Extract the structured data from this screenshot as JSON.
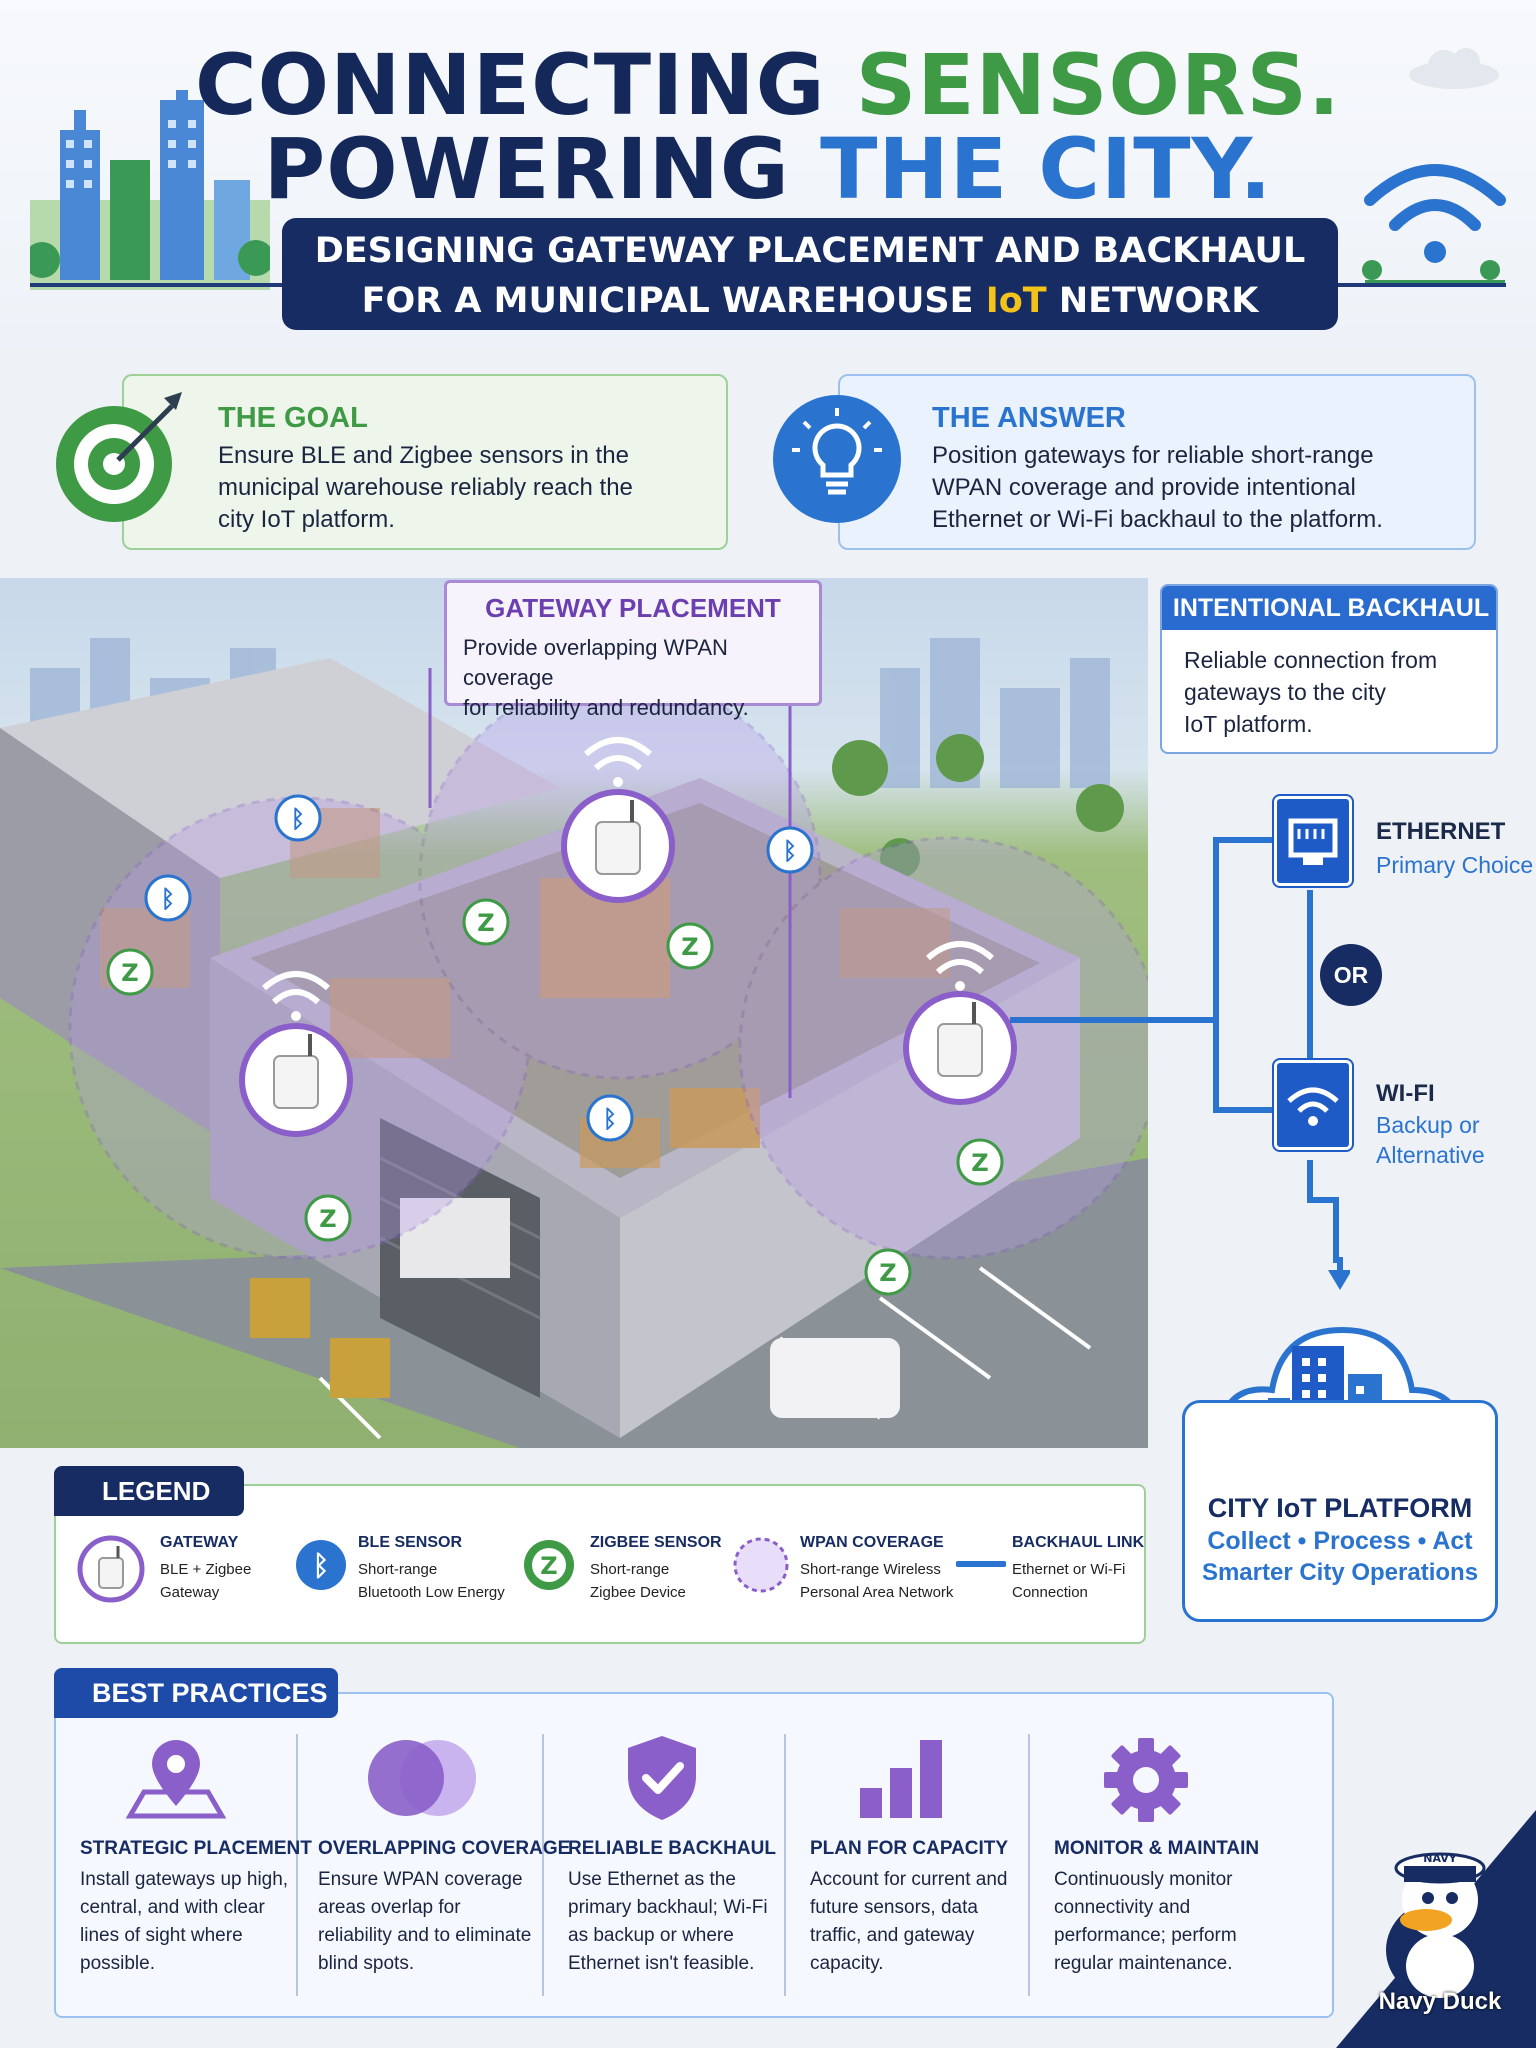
{
  "header": {
    "line1_part1": "CONNECTING",
    "line1_part2": "SENSORS.",
    "line2_part1": "POWERING",
    "line2_part2": "THE CITY.",
    "subtitle_line1": "DESIGNING GATEWAY PLACEMENT AND BACKHAUL",
    "subtitle_line2_pre": "FOR A MUNICIPAL WAREHOUSE",
    "subtitle_line2_iot": "IoT",
    "subtitle_line2_post": "NETWORK"
  },
  "goal": {
    "title": "THE GOAL",
    "text_line1": "Ensure BLE and Zigbee sensors in the",
    "text_line2": "municipal warehouse reliably reach the",
    "text_line3": "city IoT platform."
  },
  "answer": {
    "title": "THE ANSWER",
    "text_line1": "Position gateways for reliable short-range",
    "text_line2": "WPAN coverage and provide intentional",
    "text_line3": "Ethernet or Wi-Fi backhaul to the platform."
  },
  "placement": {
    "title": "GATEWAY PLACEMENT",
    "text_line1": "Provide overlapping WPAN coverage",
    "text_line2": "for reliability and redundancy."
  },
  "backhaul": {
    "title": "INTENTIONAL BACKHAUL",
    "text_line1": "Reliable connection from",
    "text_line2": "gateways to the city",
    "text_line3": "IoT platform.",
    "ethernet_title": "ETHERNET",
    "ethernet_sub": "Primary Choice",
    "or_label": "OR",
    "wifi_title": "WI-FI",
    "wifi_sub_line1": "Backup or",
    "wifi_sub_line2": "Alternative"
  },
  "platform": {
    "title": "CITY IoT PLATFORM",
    "line2": "Collect • Process • Act",
    "line3": "Smarter City Operations"
  },
  "legend": {
    "tag": "LEGEND",
    "items": [
      {
        "title": "GATEWAY",
        "line1": "BLE + Zigbee",
        "line2": "Gateway"
      },
      {
        "title": "BLE SENSOR",
        "line1": "Short-range",
        "line2": "Bluetooth Low Energy"
      },
      {
        "title": "ZIGBEE SENSOR",
        "line1": "Short-range",
        "line2": "Zigbee Device"
      },
      {
        "title": "WPAN COVERAGE",
        "line1": "Short-range Wireless",
        "line2": "Personal Area Network"
      },
      {
        "title": "BACKHAUL LINK",
        "line1": "Ethernet or Wi-Fi",
        "line2": "Connection"
      }
    ]
  },
  "best_practices": {
    "tag": "BEST PRACTICES",
    "items": [
      {
        "title": "STRATEGIC PLACEMENT",
        "text": "Install gateways up high, central, and with clear lines of sight where possible."
      },
      {
        "title": "OVERLAPPING COVERAGE",
        "text": "Ensure WPAN coverage areas overlap for reliability and to eliminate blind spots."
      },
      {
        "title": "RELIABLE BACKHAUL",
        "text": "Use Ethernet as the primary backhaul; Wi-Fi as backup or where Ethernet isn't feasible."
      },
      {
        "title": "PLAN FOR CAPACITY",
        "text": "Account for current and future sensors, data traffic, and gateway capacity."
      },
      {
        "title": "MONITOR & MAINTAIN",
        "text": "Continuously monitor connectivity and performance; perform regular maintenance."
      }
    ]
  },
  "mascot": {
    "cap_text": "NAVY",
    "label": "Navy Duck"
  },
  "colors": {
    "navy": "#14285a",
    "green": "#3e9a45",
    "blue": "#2a74d0",
    "purple": "#8a5fc9",
    "iot_yellow": "#f3c21b"
  }
}
